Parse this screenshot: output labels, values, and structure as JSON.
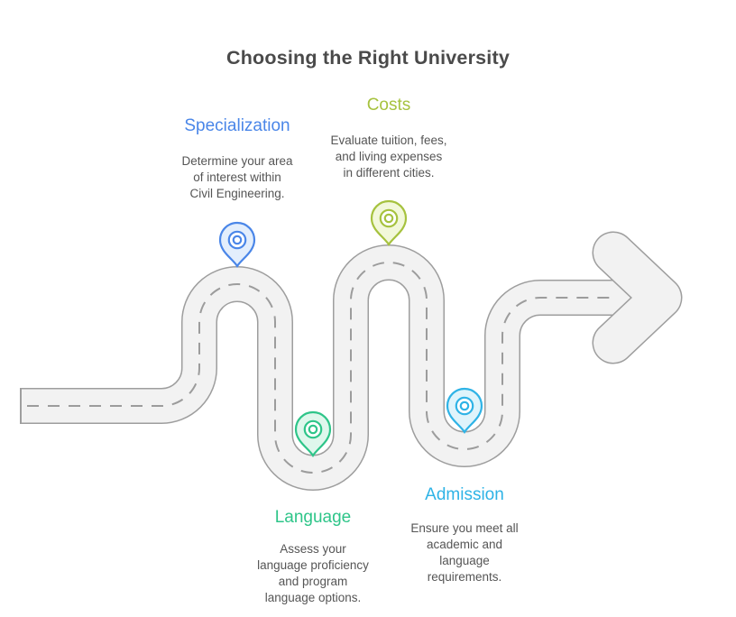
{
  "title": {
    "text": "Choosing the Right University",
    "color": "#4a4a4a"
  },
  "milestones": [
    {
      "id": "specialization",
      "label": "Specialization",
      "color": "#4a86e8",
      "tint": "#e3eefc",
      "lines": [
        "Determine your area",
        "of interest within",
        "Civil Engineering."
      ]
    },
    {
      "id": "costs",
      "label": "Costs",
      "color": "#a6c23e",
      "tint": "#f2f8da",
      "lines": [
        "Evaluate tuition, fees,",
        "and living expenses",
        "in different cities."
      ]
    },
    {
      "id": "language",
      "label": "Language",
      "color": "#2ec589",
      "tint": "#dff7ec",
      "lines": [
        "Assess your",
        "language proficiency",
        "and program",
        "language options."
      ]
    },
    {
      "id": "admission",
      "label": "Admission",
      "color": "#2eb3e6",
      "tint": "#dff4fb",
      "lines": [
        "Ensure you meet all",
        "academic and",
        "language",
        "requirements."
      ]
    }
  ],
  "road": {
    "surface": "#f2f2f2",
    "casing": "#9e9e9e",
    "dash_color": "#9c9c9c"
  },
  "text_color": "#555555"
}
